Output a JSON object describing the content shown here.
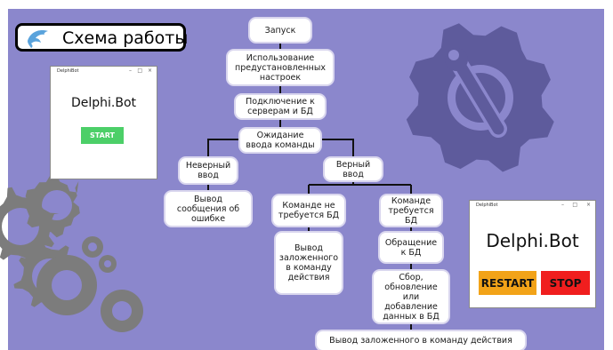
{
  "title": "Схема работы",
  "nodes": {
    "start": "Запуск",
    "presets": "Использование предустановленных настроек",
    "connect": "Подключение к серверам и БД",
    "wait": "Ожидание ввода команды",
    "wrong": "Неверный ввод",
    "right": "Верный ввод",
    "error": "Вывод сообщения об ошибке",
    "no_db": "Команде не требуется БД",
    "need_db": "Команде требуется БД",
    "execute": "Вывод заложенного в команду действия",
    "query_db": "Обращение к БД",
    "collect": "Сбор, обновление или добавление данных в БД",
    "final": "Вывод заложенного в команду действия"
  },
  "window_small": {
    "titlebar": "DelphiBot",
    "app_name": "Delphi.Bot",
    "start_button": "START"
  },
  "window_large": {
    "titlebar": "DelphiBot",
    "app_name": "Delphi.Bot",
    "restart_button": "RESTART",
    "stop_button": "STOP"
  },
  "colors": {
    "background": "#8b87cc",
    "gear": "#5e5b9c",
    "gear_gray": "#7c7c7c",
    "start_green": "#4ccf68",
    "restart_orange": "#f2a318",
    "stop_red": "#f01e1e"
  },
  "icons": [
    "dolphin-icon",
    "wrench-gear-icon",
    "gears-icon"
  ]
}
